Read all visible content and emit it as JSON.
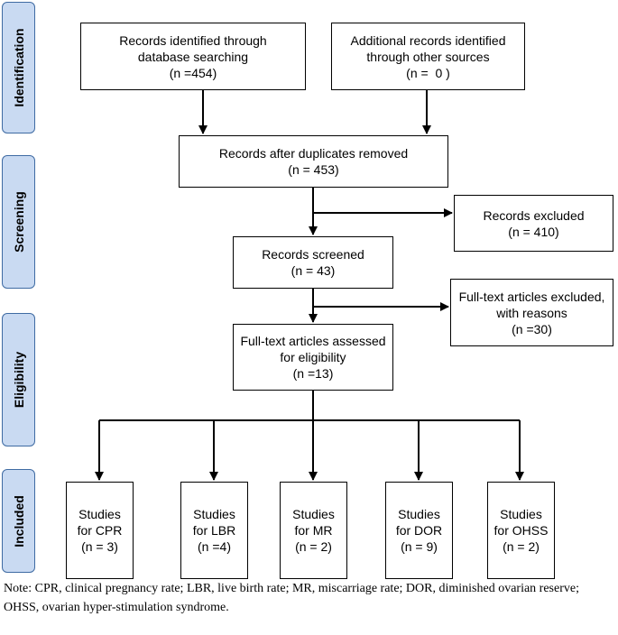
{
  "phases": {
    "identification": "Identification",
    "screening": "Screening",
    "eligibility": "Eligibility",
    "included": "Included"
  },
  "boxes": {
    "database_search": [
      "Records identified through",
      "database searching",
      "(n =454)"
    ],
    "other_sources": [
      "Additional records identified",
      "through other sources",
      "(n =  0 )"
    ],
    "after_duplicates": [
      "Records after duplicates removed",
      "(n = 453)"
    ],
    "records_excluded": [
      "Records excluded",
      "(n = 410)"
    ],
    "records_screened": [
      "Records screened",
      "(n = 43)"
    ],
    "fulltext_excluded": [
      "Full-text articles excluded,",
      "with reasons",
      "(n =30)"
    ],
    "fulltext_assessed": [
      "Full-text articles assessed",
      "for eligibility",
      "(n =13)"
    ],
    "studies_cpr": [
      "Studies",
      "for CPR",
      "(n = 3)"
    ],
    "studies_lbr": [
      "Studies",
      "for LBR",
      "(n =4)"
    ],
    "studies_mr": [
      "Studies",
      "for MR",
      "(n = 2)"
    ],
    "studies_dor": [
      "Studies",
      "for DOR",
      "(n = 9)"
    ],
    "studies_ohss": [
      "Studies",
      "for OHSS",
      "(n = 2)"
    ]
  },
  "note": "Note: CPR, clinical pregnancy rate; LBR, live birth rate; MR, miscarriage rate; DOR, diminished ovarian reserve; OHSS, ovarian hyper-stimulation syndrome."
}
